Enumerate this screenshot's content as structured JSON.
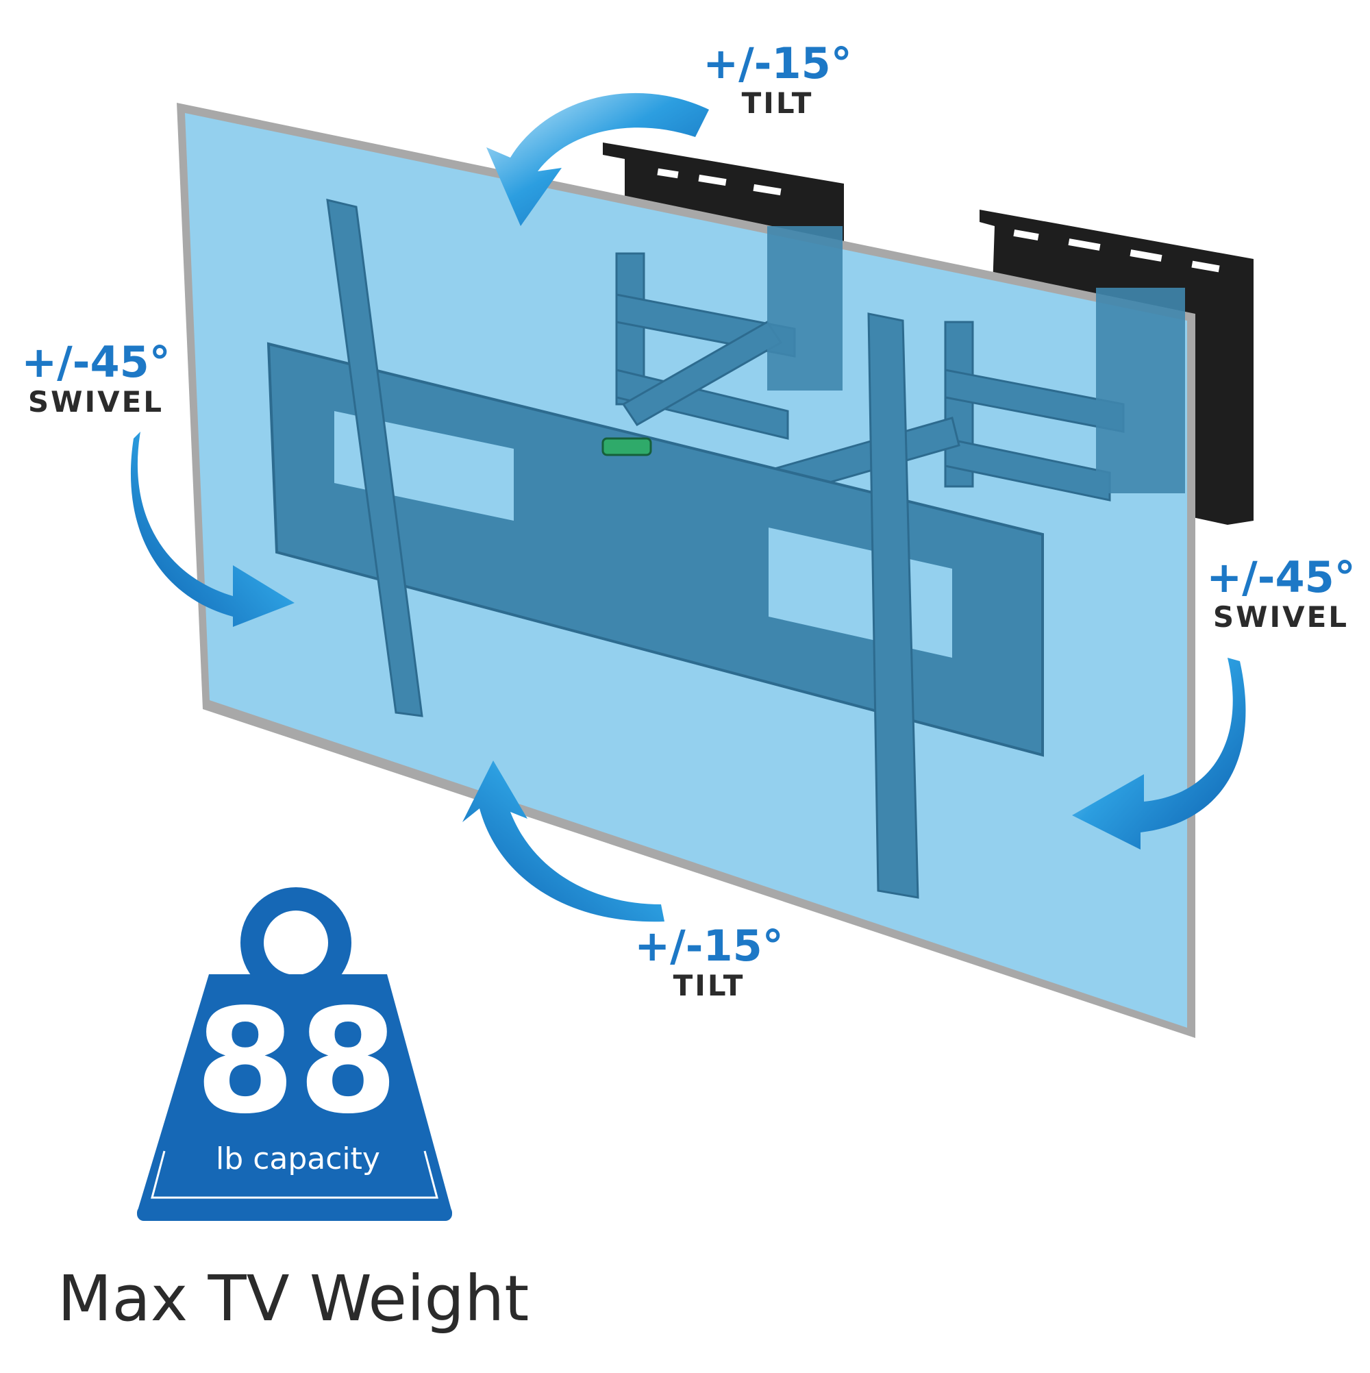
{
  "colors": {
    "accent_blue": "#1d78c6",
    "dark_text": "#2b2b2b",
    "screen_fill": "#94d0ee",
    "frame_gray": "#a8a8a8",
    "mount_blue": "#3f86ad",
    "mount_black": "#1e1e1e",
    "weight_blue": "#1668b6"
  },
  "annotations": {
    "tilt_top": {
      "degrees": "+/-15°",
      "motion": "TILT"
    },
    "swivel_left": {
      "degrees": "+/-45°",
      "motion": "SWIVEL"
    },
    "swivel_right": {
      "degrees": "+/-45°",
      "motion": "SWIVEL"
    },
    "tilt_bottom": {
      "degrees": "+/-15°",
      "motion": "TILT"
    }
  },
  "capacity": {
    "value": "88",
    "unit": "lb capacity",
    "caption": "Max TV Weight"
  },
  "icons": [
    "curved-arrow-icon",
    "weight-icon",
    "bubble-level-icon"
  ]
}
